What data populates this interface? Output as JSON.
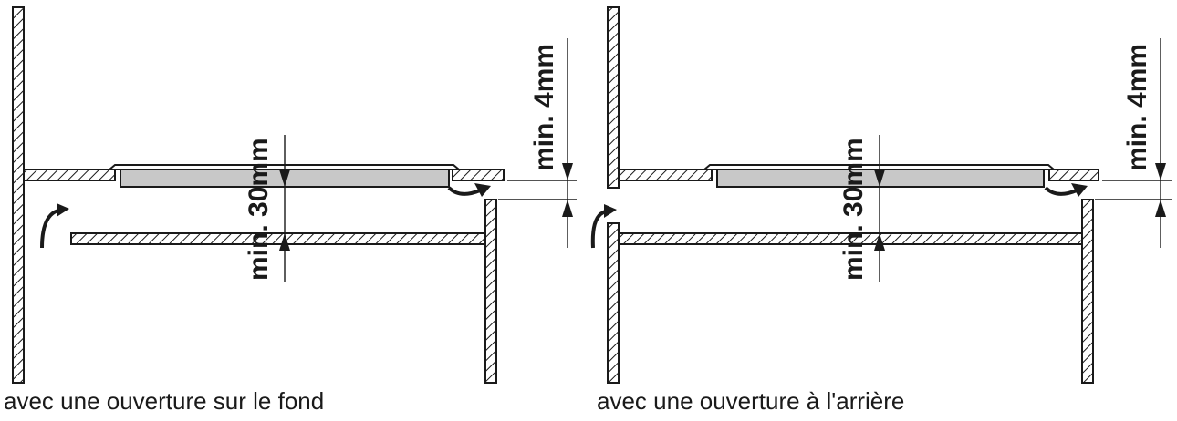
{
  "panels": [
    {
      "caption": "avec une ouverture sur le fond",
      "dims": {
        "gap_label": "min. 30mm",
        "clearance_label": "min. 4mm"
      }
    },
    {
      "caption": "avec une ouverture à l'arrière",
      "dims": {
        "gap_label": "min. 30mm",
        "clearance_label": "min. 4mm"
      }
    }
  ],
  "colors": {
    "line": "#1a1a1a",
    "hob_fill": "#c8c8c8",
    "background": "#ffffff"
  }
}
